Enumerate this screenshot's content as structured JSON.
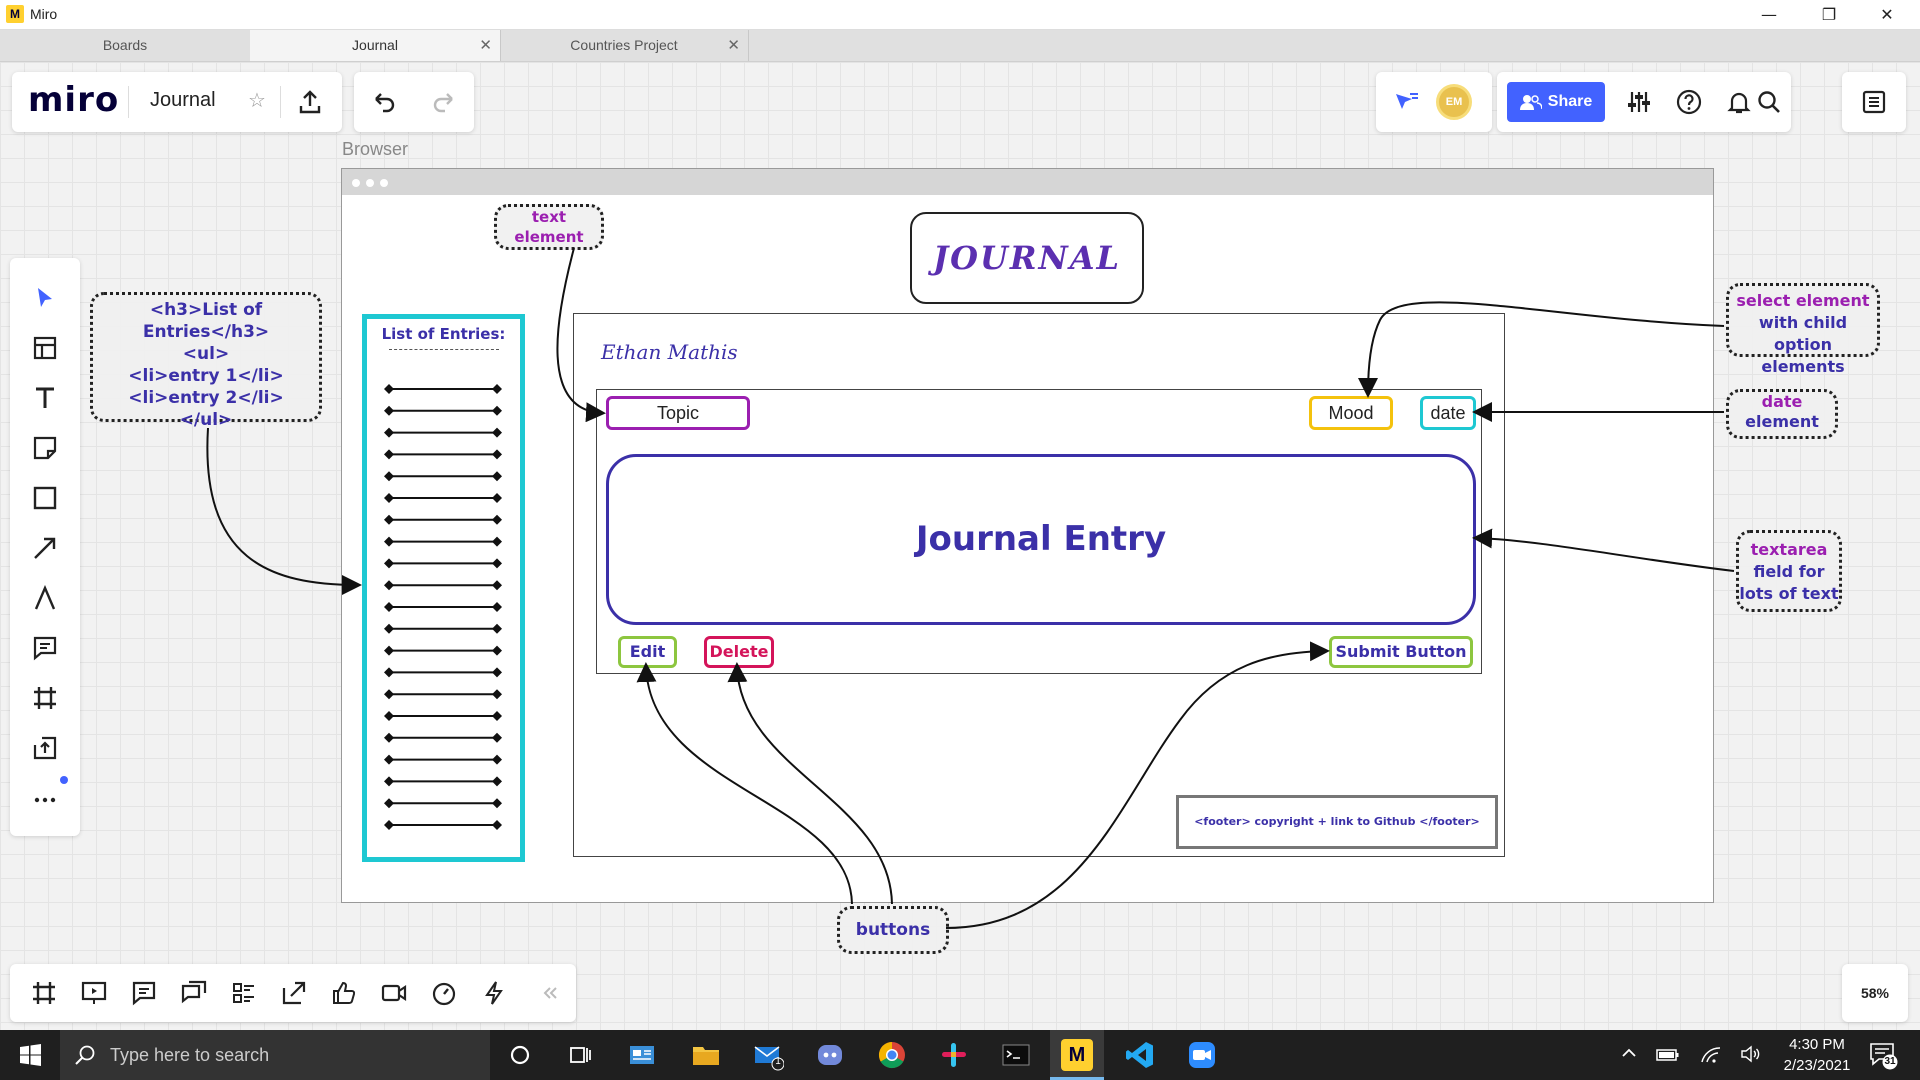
{
  "window": {
    "app_name": "Miro",
    "minimize": "—",
    "maximize": "❐",
    "close": "✕"
  },
  "tabs": [
    {
      "label": "Boards",
      "active": false
    },
    {
      "label": "Journal",
      "active": true,
      "close": "✕"
    },
    {
      "label": "Countries Project",
      "active": false,
      "close": "✕"
    }
  ],
  "header": {
    "logo": "miro",
    "board_name": "Journal",
    "star_icon": "☆",
    "avatar_initials": "EM",
    "share_label": "Share"
  },
  "board": {
    "frame_title": "Browser",
    "journal_title": "JOURNAL",
    "author": "Ethan Mathis",
    "list_heading": "List of Entries:",
    "list_item_count": 21,
    "topic_label": "Topic",
    "mood_label": "Mood",
    "date_label": "date",
    "textarea_label": "Journal Entry",
    "edit_label": "Edit",
    "delete_label": "Delete",
    "submit_label": "Submit Button",
    "footer_text": "<footer> copyright + link to Github </footer>",
    "notes": {
      "list_code": [
        "<h3>List of Entries</h3>",
        "<ul>",
        "<li>entry 1</li>",
        "<li>entry 2</li>",
        "</ul>"
      ],
      "text_element": [
        "text",
        "element"
      ],
      "select_element": [
        "select element",
        "with child option",
        "elements"
      ],
      "date_element": [
        "date",
        "element"
      ],
      "textarea_field": [
        "textarea",
        "field for",
        "lots of text"
      ],
      "buttons": "buttons"
    }
  },
  "zoom": "58%",
  "taskbar": {
    "search_placeholder": "Type here to search",
    "time": "4:30 PM",
    "date": "2/23/2021",
    "mail_badge": "1",
    "notif_badge": "31"
  },
  "colors": {
    "accent_blue": "#4262ff",
    "note_text": "#3b30a8",
    "note_highlight": "#9b1fb0",
    "list_border": "#1ec8d2",
    "topic_border": "#9b1fb0",
    "mood_border": "#f4c20d",
    "date_border": "#1ec8d2",
    "textarea_border": "#3b30a8",
    "edit_border": "#8dc63f",
    "delete_border": "#d4145a",
    "submit_border": "#8dc63f"
  }
}
